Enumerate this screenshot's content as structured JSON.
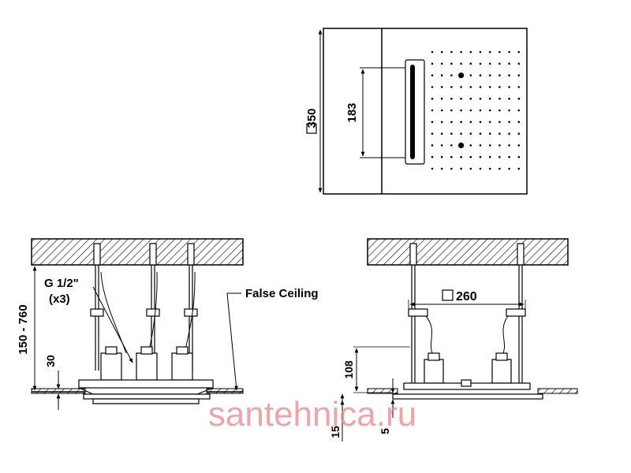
{
  "top_view": {
    "size_label": "350",
    "slot_label": "183"
  },
  "side_view": {
    "height_range": "150 - 760",
    "offset_label": "30",
    "connection_label": "G 1/2\"",
    "connection_count": "(x3)",
    "false_ceiling_label": "False Ceiling"
  },
  "front_view": {
    "span_label": "260",
    "height_label": "108",
    "thickness_label": "15",
    "gap_label": "5"
  },
  "watermark": {
    "text": "santehnica.ru",
    "color": "#e8868b"
  }
}
